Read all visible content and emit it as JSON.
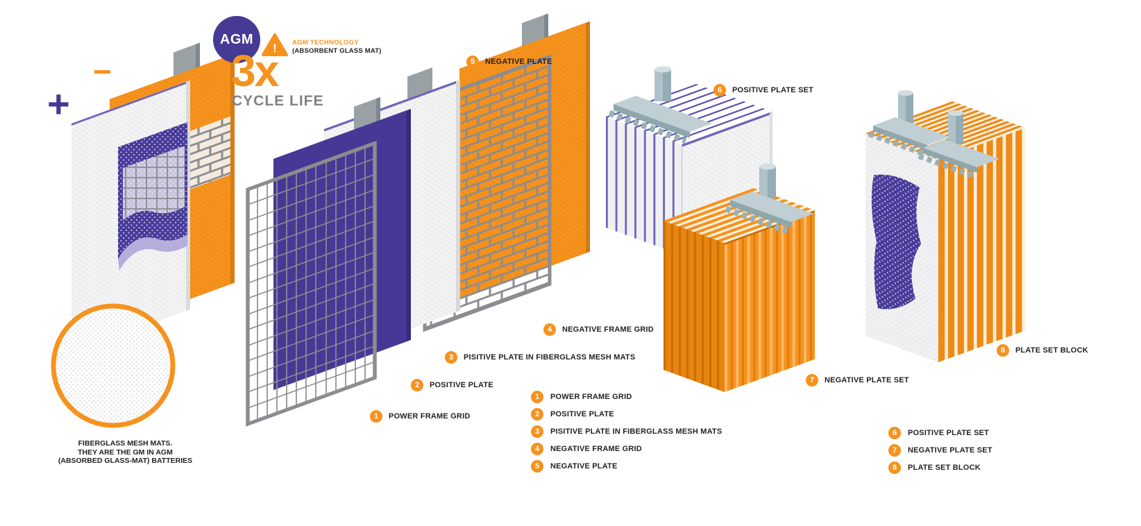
{
  "logo": {
    "agm": "AGM",
    "warning_mark": "!",
    "tech_line1": "AGM TECHNOLOGY",
    "tech_line2": "(ABSORBENT GLASS MAT)",
    "multiplier": "3x",
    "cycle_life": "CYCLE LIFE"
  },
  "signs": {
    "plus": "+",
    "minus": "−"
  },
  "callouts": [
    {
      "num": "1",
      "label": "POWER FRAME GRID"
    },
    {
      "num": "2",
      "label": "POSITIVE PLATE"
    },
    {
      "num": "3",
      "label": "PISITIVE PLATE IN FIBERGLASS MESH MATS"
    },
    {
      "num": "4",
      "label": "NEGATIVE FRAME GRID"
    },
    {
      "num": "5",
      "label": "NEGATIVE PLATE"
    },
    {
      "num": "6",
      "label": "POSITIVE PLATE SET"
    },
    {
      "num": "7",
      "label": "NEGATIVE PLATE SET"
    },
    {
      "num": "8",
      "label": "PLATE SET BLOCK"
    }
  ],
  "legend_center": [
    {
      "num": "1",
      "label": "POWER FRAME GRID"
    },
    {
      "num": "2",
      "label": "POSITIVE PLATE"
    },
    {
      "num": "3",
      "label": "PISITIVE PLATE IN FIBERGLASS MESH MATS"
    },
    {
      "num": "4",
      "label": "NEGATIVE FRAME GRID"
    },
    {
      "num": "5",
      "label": "NEGATIVE PLATE"
    }
  ],
  "legend_right": [
    {
      "num": "6",
      "label": "POSITIVE PLATE SET"
    },
    {
      "num": "7",
      "label": "NEGATIVE PLATE SET"
    },
    {
      "num": "8",
      "label": "PLATE SET BLOCK"
    }
  ],
  "magnifier_caption": "FIBERGLASS MESH MATS.\nTHEY ARE THE GM IN AGM\n(ABSORBED GLASS-MAT) BATTERIES",
  "colors": {
    "purple": "#453a94",
    "orange": "#f6921e",
    "gray": "#808285"
  }
}
